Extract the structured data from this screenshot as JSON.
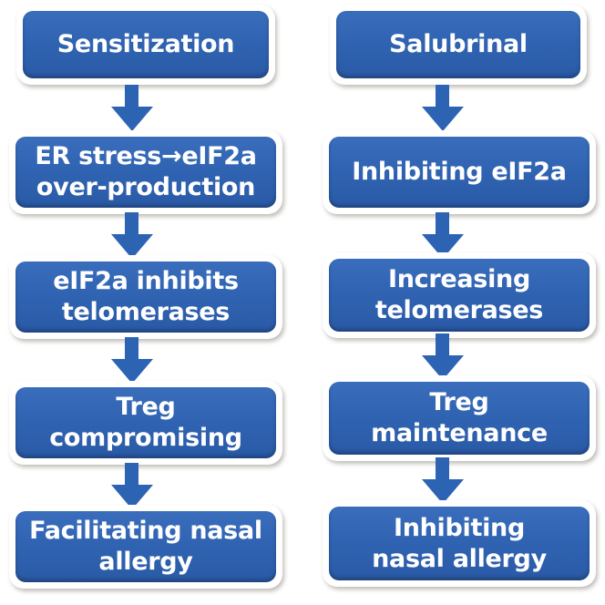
{
  "colors": {
    "box_fill": "#2f63b1",
    "box_border": "#ffffff",
    "arrow": "#2c63b3",
    "text": "#ffffff"
  },
  "left_column": {
    "steps": [
      {
        "label": "Sensitization"
      },
      {
        "label": "ER stress→eIF2a\nover-production"
      },
      {
        "label": "eIF2a inhibits\ntelomerases"
      },
      {
        "label": "Treg\ncompromising"
      },
      {
        "label": "Facilitating  nasal\nallergy"
      }
    ]
  },
  "right_column": {
    "steps": [
      {
        "label": "Salubrinal"
      },
      {
        "label": "Inhibiting eIF2a"
      },
      {
        "label": "Increasing\ntelomerases"
      },
      {
        "label": "Treg\nmaintenance"
      },
      {
        "label": "Inhibiting\nnasal  allergy"
      }
    ]
  }
}
